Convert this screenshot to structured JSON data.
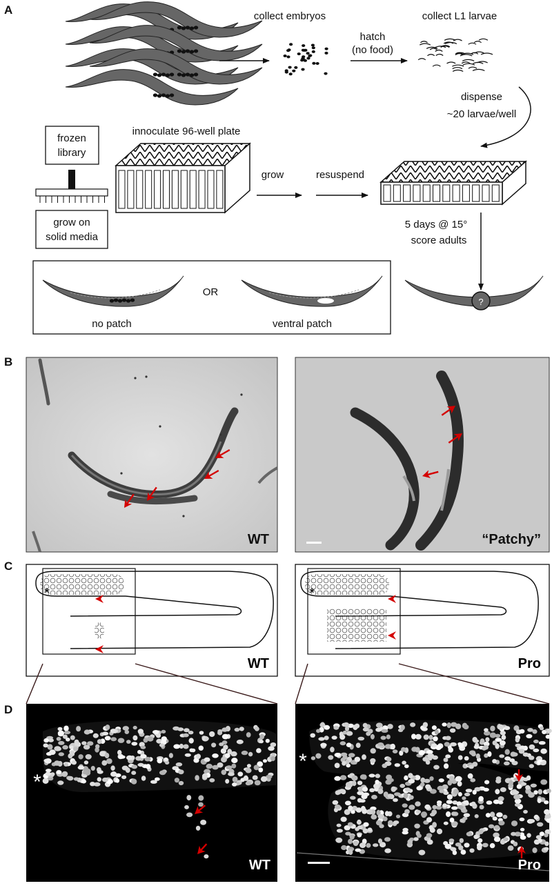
{
  "panel_a": {
    "letter": "A",
    "collect_embryos": "collect embryos",
    "collect_l1_larvae": "collect L1 larvae",
    "hatch_line1": "hatch",
    "hatch_line2": "(no food)",
    "dispense_line1": "dispense",
    "dispense_line2": "~20 larvae/well",
    "frozen_line1": "frozen",
    "frozen_line2": "library",
    "innoculate": "innoculate 96-well plate",
    "grow": "grow",
    "resuspend": "resuspend",
    "grow_solid_line1": "grow on",
    "grow_solid_line2": "solid media",
    "days_line1": "5 days @ 15°",
    "days_line2": "score adults",
    "or": "OR",
    "no_patch": "no patch",
    "ventral_patch": "ventral patch",
    "question": "?"
  },
  "panel_b": {
    "letter": "B",
    "left_label": "WT",
    "right_label": "“Patchy”"
  },
  "panel_c": {
    "letter": "C",
    "star": "*",
    "left_label": "WT",
    "right_label": "Pro"
  },
  "panel_d": {
    "letter": "D",
    "star": "*",
    "left_label": "WT",
    "right_label": "Pro"
  },
  "colors": {
    "worm": "#666666",
    "arrow_red": "#d40000",
    "micro_bg_b": "#d8d8d8",
    "micro_bg_d": "#000000"
  }
}
